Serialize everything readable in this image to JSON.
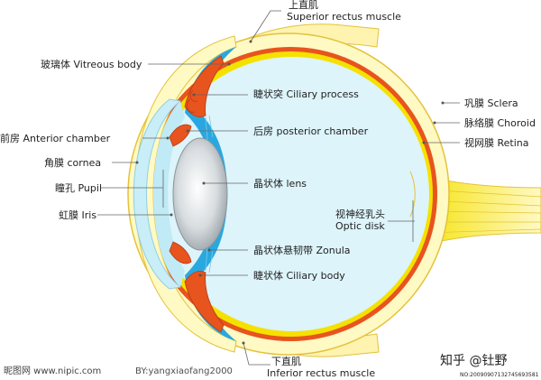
{
  "labels": {
    "superior_rectus_cn": "上直肌",
    "superior_rectus_en": "Superior rectus muscle",
    "vitreous": "玻璃体 Vitreous body",
    "ciliary_process": "睫状突  Ciliary process",
    "posterior_chamber": "后房 posterior chamber",
    "anterior_chamber": "前房 Anterior chamber",
    "cornea": "角膜 cornea",
    "pupil": "瞳孔 Pupil",
    "iris": "虹膜 Iris",
    "lens": "晶状体 lens",
    "zonula": "晶状体悬韧带 Zonula",
    "ciliary_body": "睫状体 Ciliary body",
    "sclera": "巩膜 Sclera",
    "choroid": "脉络膜 Choroid",
    "retina": "视网膜 Retina",
    "optic_disk_cn": "视神经乳头",
    "optic_disk_en": "Optic disk",
    "inferior_rectus_cn": "下直肌",
    "inferior_rectus_en": "Inferior rectus muscle"
  },
  "watermarks": {
    "bottom_left": "昵图网 www.nipic.com",
    "bottom_left_author": "BY:yangxiaofang2000",
    "zhihu": "知乎 @钍野",
    "id_code": "NO:20090907132745693581"
  },
  "colors": {
    "sclera": "#FFF9C4",
    "sclera_outline": "#E3C23A",
    "choroid": "#E8541E",
    "retina": "#F5E100",
    "vitreous": "#DDF4FB",
    "blue_layer": "#29A8E0",
    "lens": "#D9DEE1",
    "cornea": "#C9EEF7",
    "muscle": "#FFF3B0"
  }
}
